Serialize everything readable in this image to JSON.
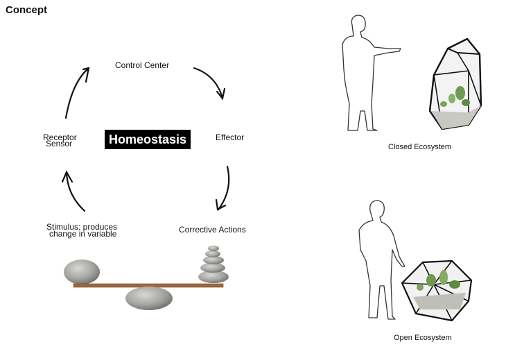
{
  "title": "Concept",
  "cycle": {
    "center": "Homeostasis",
    "control_center": "Control Center",
    "effector": "Effector",
    "receptor_line1": "Receptor",
    "receptor_line2": "Sensor",
    "stimulus_line1": "Stimulus: produces",
    "stimulus_line2": "change in variable",
    "corrective": "Corrective Actions"
  },
  "captions": {
    "closed": "Closed Ecosystem",
    "open": "Open Ecosystem"
  },
  "icons": [
    "cycle-arrow-icon",
    "balance-stones-icon",
    "person-outline-icon",
    "terrarium-icon"
  ],
  "colors": {
    "accent_black": "#000000",
    "plank": "#a0673a",
    "stone": "#9a9a96"
  }
}
